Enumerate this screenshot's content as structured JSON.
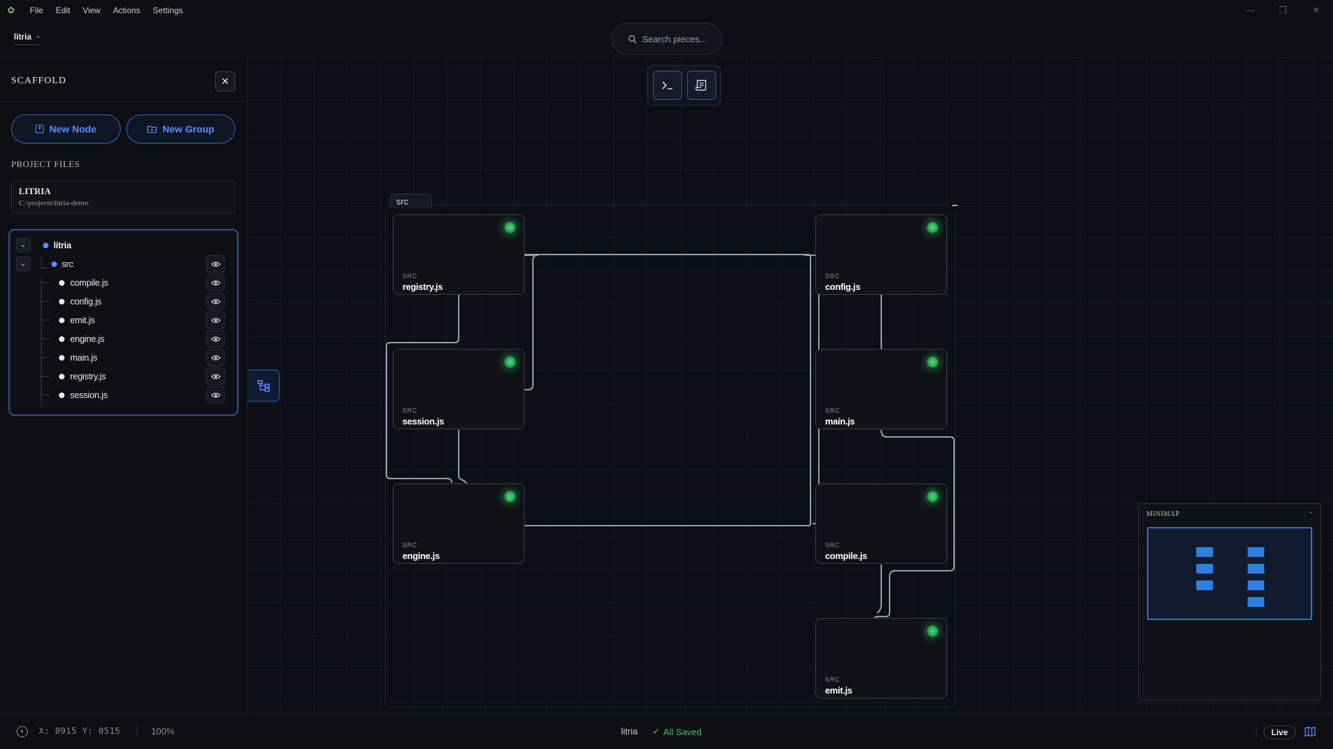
{
  "titlebar": {
    "menu": [
      "File",
      "Edit",
      "View",
      "Actions",
      "Settings"
    ]
  },
  "header": {
    "project": "litria",
    "search_placeholder": "Search pieces..."
  },
  "sidebar": {
    "title": "SCAFFOLD",
    "new_node": "New Node",
    "new_group": "New Group",
    "section": "PROJECT FILES",
    "project_card": {
      "name": "LITRIA",
      "path": "C:\\projects\\litria-demo"
    },
    "tree": {
      "root": "litria",
      "folder": "src",
      "files": [
        "compile.js",
        "config.js",
        "emit.js",
        "engine.js",
        "main.js",
        "registry.js",
        "session.js"
      ]
    }
  },
  "canvas": {
    "group_label": "src",
    "nodes": [
      {
        "kind": "SRC",
        "name": "registry.js"
      },
      {
        "kind": "SRC",
        "name": "session.js"
      },
      {
        "kind": "SRC",
        "name": "engine.js"
      },
      {
        "kind": "SRC",
        "name": "config.js"
      },
      {
        "kind": "SRC",
        "name": "main.js"
      },
      {
        "kind": "SRC",
        "name": "compile.js"
      },
      {
        "kind": "SRC",
        "name": "emit.js"
      }
    ]
  },
  "minimap": {
    "label": "MINIMAP",
    "collapse": "-"
  },
  "statusbar": {
    "coords": "X: 0915 Y: 0515",
    "zoom": "100%",
    "project": "litria",
    "saved": "All Saved",
    "live": "Live"
  },
  "colors": {
    "accent": "#5b8cff",
    "status_ok": "#2aa653",
    "saved": "#4fbf6a"
  }
}
